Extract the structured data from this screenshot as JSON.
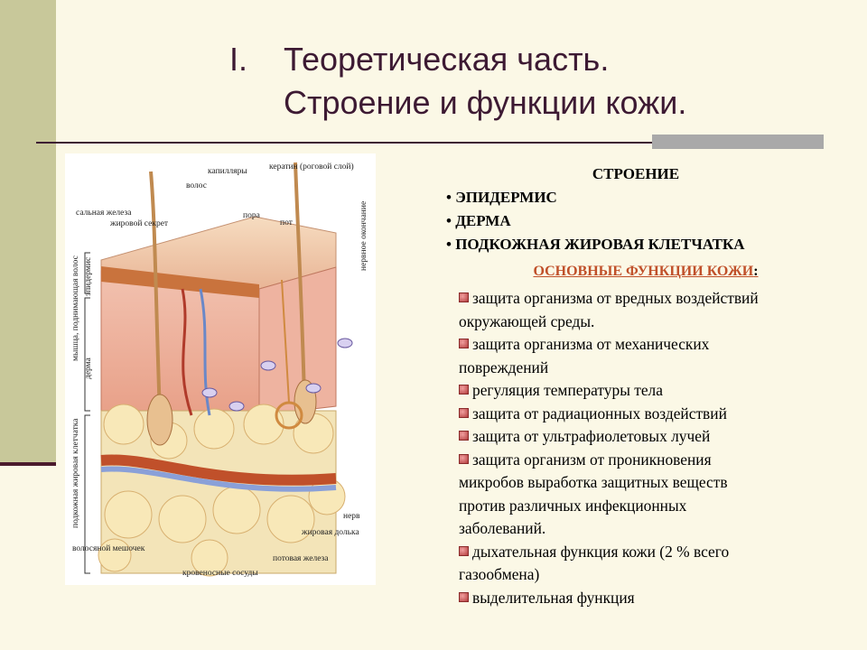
{
  "slide": {
    "title_num": "I.",
    "title_line1": "Теоретическая часть.",
    "title_line2": "Строение и функции кожи.",
    "accent_color": "#3d1a33"
  },
  "structure": {
    "heading": "СТРОЕНИЕ",
    "items": [
      "• ЭПИДЕРМИС",
      "• ДЕРМА",
      "• ПОДКОЖНАЯ ЖИРОВАЯ КЛЕТЧАТКА"
    ]
  },
  "functions": {
    "heading": "ОСНОВНЫЕ ФУНКЦИИ КОЖИ",
    "heading_suffix": ":",
    "items": [
      {
        "l1": "защита организма от вредных воздействий",
        "l2": "окружающей среды."
      },
      {
        "l1": "защита организма от механических",
        "l2": "повреждений"
      },
      {
        "l1": "регуляция температуры тела"
      },
      {
        "l1": "защита от радиационных воздействий"
      },
      {
        "l1": "защита от ультрафиолетовых лучей"
      },
      {
        "l1": "защита организм от проникновения",
        "l2": "микробов выработка защитных веществ",
        "l3": "против различных инфекционных",
        "l4": "заболеваний."
      },
      {
        "l1": "дыхательная функция кожи (2 % всего",
        "l2": "газообмена)"
      },
      {
        "l1": "выделительная функция"
      }
    ]
  },
  "figure_labels": {
    "capillaries": "капилляры",
    "keratin": "кератин (роговой слой)",
    "hair": "волос",
    "sebaceous_gland": "сальная железа",
    "sebum": "жировой секрет",
    "pore": "пора",
    "sweat": "пот",
    "nerve_ending": "нервное окончание",
    "muscle": "мышца, поднимающая волос",
    "epidermis": "эпидермис",
    "dermis": "дерма",
    "subcutaneous": "подкожная жировая клетчатка",
    "nerve": "нерв",
    "fat_lobule": "жировая долька",
    "hair_follicle": "волосяной мешочек",
    "sweat_gland": "потовая железа",
    "blood_vessels": "кровеносные сосуды"
  }
}
